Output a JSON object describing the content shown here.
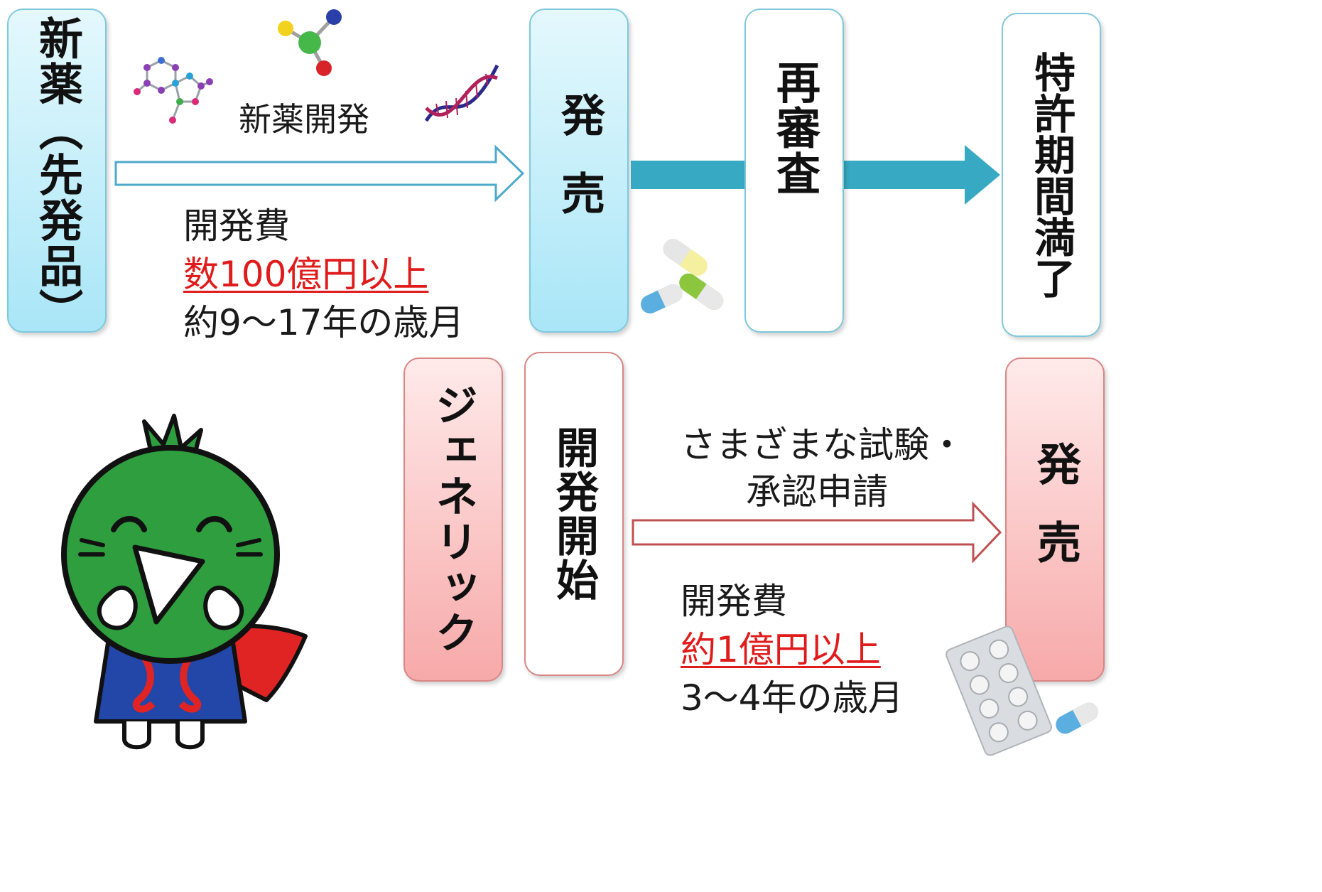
{
  "new_drug": {
    "label": "新薬（先発品）",
    "dev_label": "新薬開発",
    "cost_title": "開発費",
    "cost_value": "数100億円以上",
    "period": "約9〜17年の歳月",
    "launch": "発売",
    "reexam": "再審査",
    "patent": "特許期間満了"
  },
  "generic": {
    "label": "ジェネリック",
    "start": "開発開始",
    "tests_line1": "さまざまな試験・",
    "tests_line2": "承認申請",
    "cost_title": "開発費",
    "cost_value": "約1億円以上",
    "period": "3〜4年の歳月",
    "launch": "発売"
  },
  "colors": {
    "blue_box": "#a9e6f7",
    "teal_arrow": "#38a9c2",
    "pink_box": "#f7a9a9",
    "red_text": "#e01b1b",
    "mascot_green": "#2e9e3f",
    "mascot_cape": "#e02424",
    "mascot_body": "#2247a8"
  },
  "icons": [
    "molecule-icon",
    "dna-icon",
    "capsule-icon",
    "pill-blister-icon",
    "mascot-character"
  ]
}
